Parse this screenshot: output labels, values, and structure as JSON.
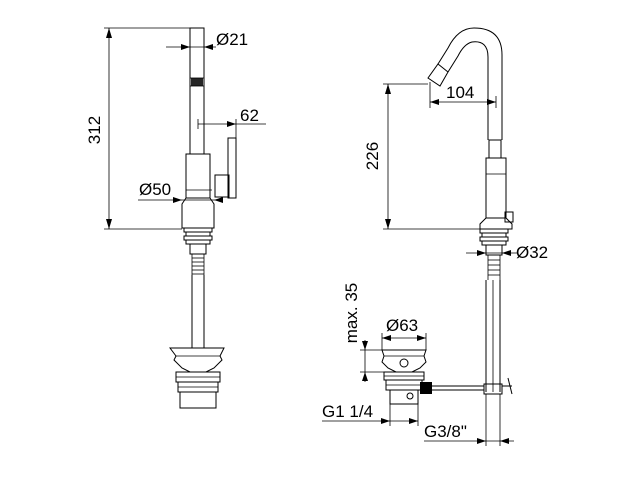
{
  "dimensions": {
    "front_height": "312",
    "front_spout_diameter": "Ø21",
    "front_lever_offset": "62",
    "front_body_diameter": "Ø50",
    "side_reach": "104",
    "side_spout_height": "226",
    "side_base_diameter": "Ø32",
    "side_max_thickness": "max. 35",
    "side_waste_diameter": "Ø63",
    "side_waste_thread": "G1 1/4",
    "side_connection_thread": "G3/8\""
  }
}
